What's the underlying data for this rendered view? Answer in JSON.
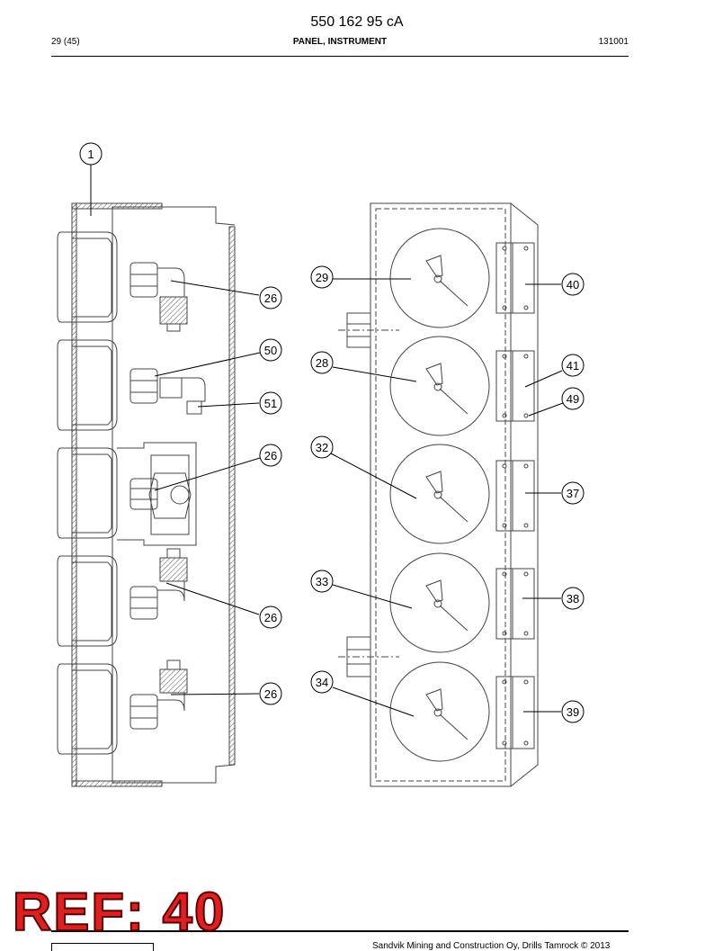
{
  "header": {
    "doc_number": "550 162 95 cA",
    "page": "29 (45)",
    "title": "PANEL, INSTRUMENT",
    "code": "131001"
  },
  "callouts": [
    {
      "id": "c1",
      "label": "1"
    },
    {
      "id": "c26a",
      "label": "26"
    },
    {
      "id": "c50",
      "label": "50"
    },
    {
      "id": "c51",
      "label": "51"
    },
    {
      "id": "c26b",
      "label": "26"
    },
    {
      "id": "c26c",
      "label": "26"
    },
    {
      "id": "c26d",
      "label": "26"
    },
    {
      "id": "c29",
      "label": "29"
    },
    {
      "id": "c28",
      "label": "28"
    },
    {
      "id": "c32",
      "label": "32"
    },
    {
      "id": "c33",
      "label": "33"
    },
    {
      "id": "c34",
      "label": "34"
    },
    {
      "id": "c40",
      "label": "40"
    },
    {
      "id": "c41",
      "label": "41"
    },
    {
      "id": "c49",
      "label": "49"
    },
    {
      "id": "c37",
      "label": "37"
    },
    {
      "id": "c38",
      "label": "38"
    },
    {
      "id": "c39",
      "label": "39"
    }
  ],
  "footer": {
    "ref_stamp": "REF: 40",
    "copyright": "Sandvik Mining and Construction Oy, Drills Tamrock © 2013"
  }
}
